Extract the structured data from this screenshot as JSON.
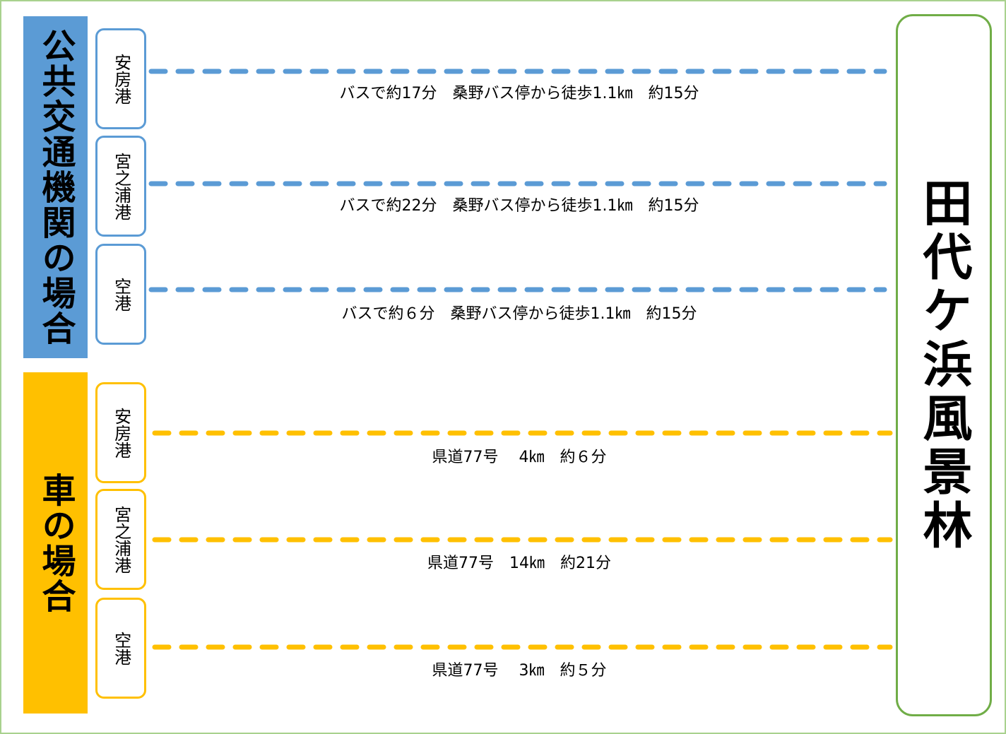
{
  "sections": {
    "public": {
      "title": "公共交通機関の場合",
      "color": "#5b9bd5"
    },
    "car": {
      "title": "車の場合",
      "color": "#ffc000"
    }
  },
  "destination": {
    "title": "田代ケ浜風景林",
    "color": "#70ad47"
  },
  "public_routes": [
    {
      "origin": "安房港",
      "description": "バスで約17分　桑野バス停から徒歩1.1㎞　約15分"
    },
    {
      "origin": "宮之浦港",
      "description": "バスで約22分　桑野バス停から徒歩1.1㎞　約15分"
    },
    {
      "origin": "空港",
      "description": "バスで約６分　桑野バス停から徒歩1.1㎞　約15分"
    }
  ],
  "car_routes": [
    {
      "origin": "安房港",
      "description": "県道77号　 4㎞　約６分"
    },
    {
      "origin": "宮之浦港",
      "description": "県道77号　14㎞　約21分"
    },
    {
      "origin": "空港",
      "description": "県道77号　 3㎞　約５分"
    }
  ]
}
